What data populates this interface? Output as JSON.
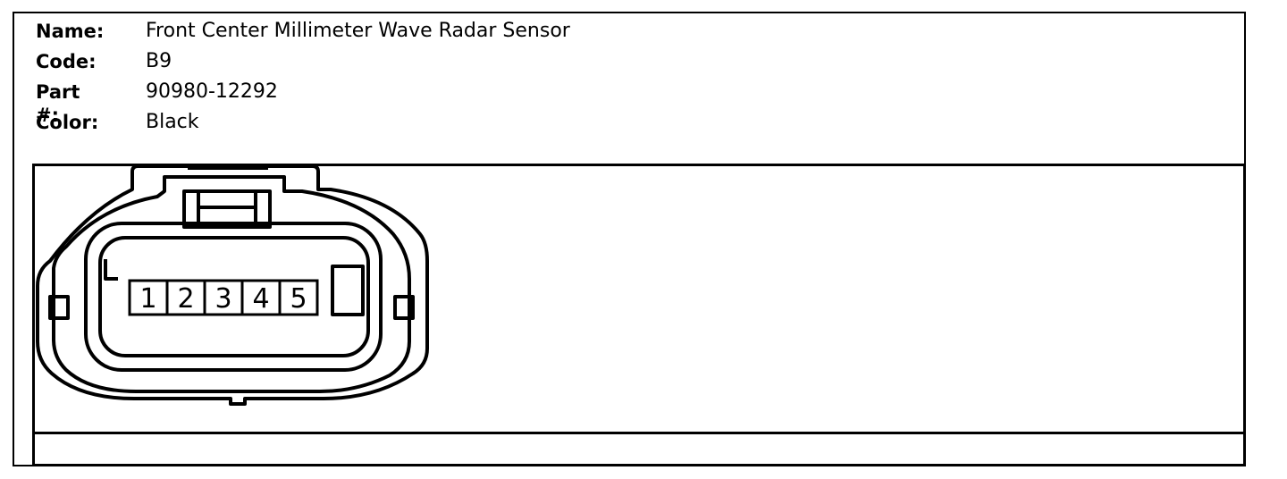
{
  "labels": {
    "name": "Name:",
    "code": "Code:",
    "part": "Part #:",
    "color": "Color:"
  },
  "values": {
    "name": "Front Center Millimeter Wave Radar Sensor",
    "code": "B9",
    "part": "90980-12292",
    "color": "Black"
  },
  "pins": [
    "1",
    "2",
    "3",
    "4",
    "5"
  ],
  "colors": {
    "line": "#000000",
    "background": "#ffffff"
  }
}
